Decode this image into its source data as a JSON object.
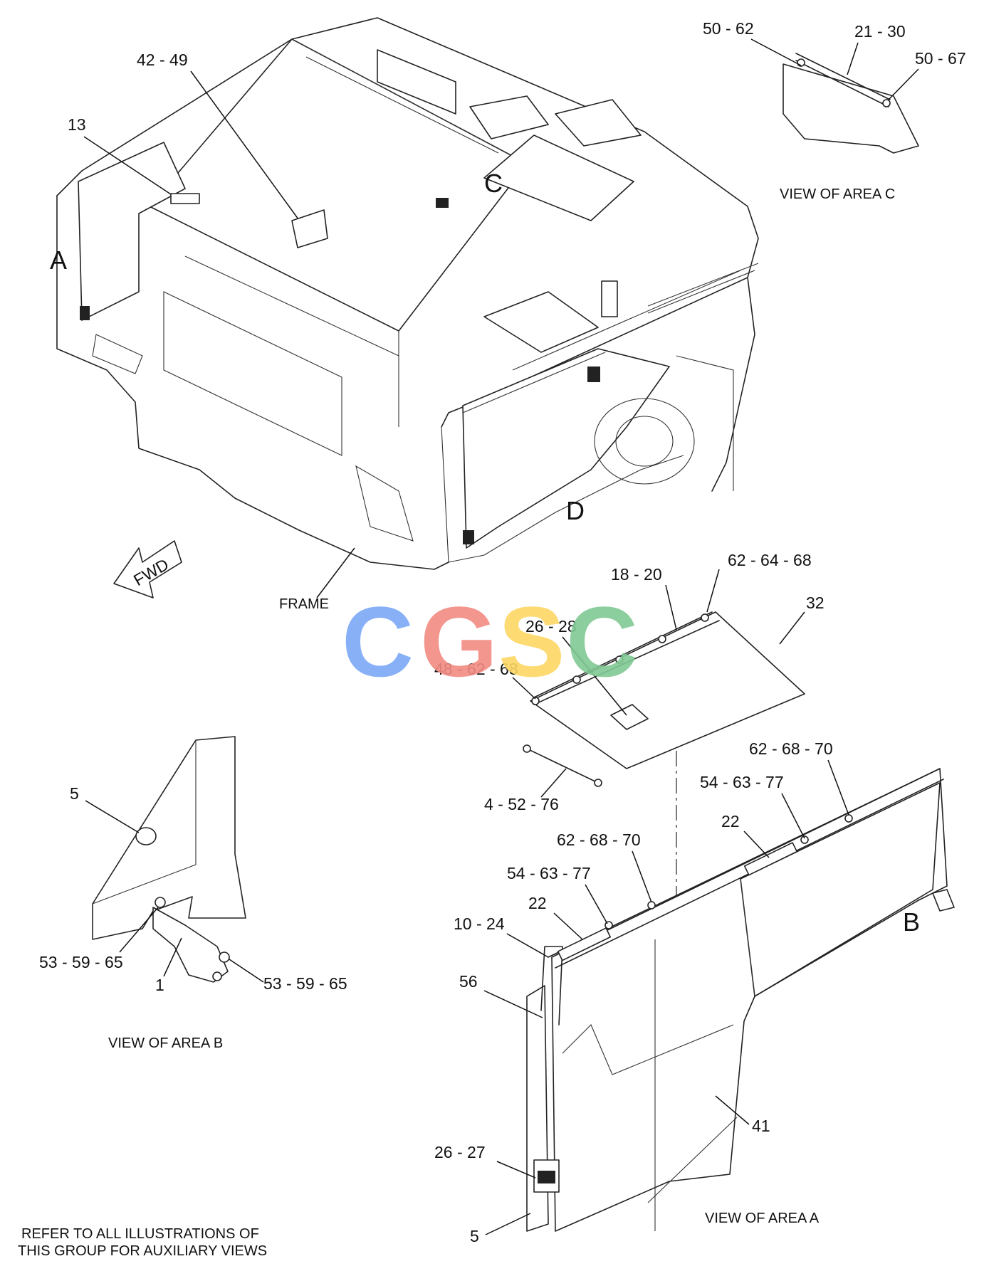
{
  "callouts": {
    "c_42_49": "42 - 49",
    "c_13": "13",
    "c_50_62": "50 - 62",
    "c_21_30": "21 - 30",
    "c_50_67": "50 - 67",
    "c_18_20": "18 - 20",
    "c_62_64_68": "62 - 64 - 68",
    "c_32": "32",
    "c_26_28": "26 - 28",
    "c_48_62_68": "48 - 62 - 68",
    "c_4_52_76": "4 - 52 - 76",
    "c_62_68_70_a": "62 - 68 - 70",
    "c_54_63_77_a": "54 - 63 - 77",
    "c_22_a": "22",
    "c_62_68_70_b": "62 - 68 - 70",
    "c_54_63_77_b": "54 - 63 - 77",
    "c_22_b": "22",
    "c_10_24": "10 - 24",
    "c_56": "56",
    "c_41": "41",
    "c_26_27": "26 - 27",
    "c_5_a": "5",
    "c_5_b": "5",
    "c_53_59_65_a": "53 - 59 - 65",
    "c_53_59_65_b": "53 - 59 - 65",
    "c_1": "1"
  },
  "area_letters": {
    "a": "A",
    "b": "B",
    "c": "C",
    "d": "D"
  },
  "captions": {
    "view_area_c": "VIEW OF AREA C",
    "view_area_b": "VIEW OF AREA B",
    "view_area_a": "VIEW OF AREA A",
    "frame": "FRAME",
    "fwd": "FWD",
    "refer_line1": "REFER TO ALL ILLUSTRATIONS OF",
    "refer_line2": "THIS GROUP FOR AUXILIARY VIEWS"
  },
  "watermark": {
    "text": "CGSC",
    "letters": [
      "C",
      "G",
      "S",
      "C"
    ],
    "colors": [
      "#7aa7f5",
      "#f28b82",
      "#fdd663",
      "#81c995"
    ]
  }
}
